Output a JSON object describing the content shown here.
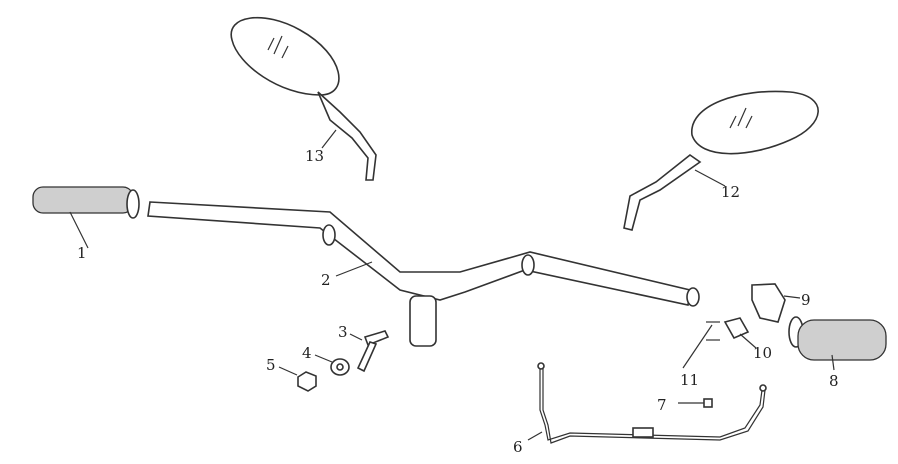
{
  "diagram": {
    "title": "Handlebar assembly exploded view",
    "callouts": [
      {
        "id": "1",
        "label": "1",
        "part": "grip-left"
      },
      {
        "id": "2",
        "label": "2",
        "part": "handlebar"
      },
      {
        "id": "3",
        "label": "3",
        "part": "bolt"
      },
      {
        "id": "4",
        "label": "4",
        "part": "washer"
      },
      {
        "id": "5",
        "label": "5",
        "part": "nut"
      },
      {
        "id": "6",
        "label": "6",
        "part": "throttle-cable"
      },
      {
        "id": "7",
        "label": "7",
        "part": "screw"
      },
      {
        "id": "8",
        "label": "8",
        "part": "grip-right"
      },
      {
        "id": "9",
        "label": "9",
        "part": "throttle-housing"
      },
      {
        "id": "10",
        "label": "10",
        "part": "clamp"
      },
      {
        "id": "11",
        "label": "11",
        "part": "screws"
      },
      {
        "id": "12",
        "label": "12",
        "part": "mirror-right"
      },
      {
        "id": "13",
        "label": "13",
        "part": "mirror-left"
      }
    ]
  }
}
